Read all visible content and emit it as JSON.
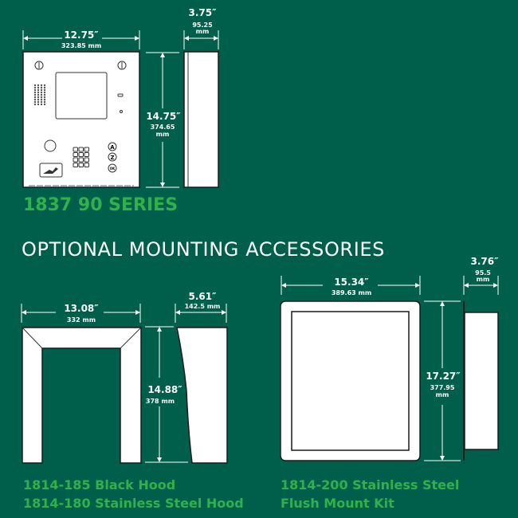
{
  "main_unit": {
    "width_in": "12.75″",
    "width_mm": "323.85 mm",
    "depth_in": "3.75″",
    "depth_mm": "95.25",
    "depth_unit": "mm",
    "height_in": "14.75″",
    "height_mm": "374.65",
    "height_unit": "mm",
    "title": "1837 90 SERIES",
    "keys": [
      "A",
      "Z",
      "OK"
    ]
  },
  "section_heading": "OPTIONAL MOUNTING ACCESSORIES",
  "hood": {
    "width_in": "13.08″",
    "width_mm": "332 mm",
    "depth_in": "5.61″",
    "depth_mm": "142.5 mm",
    "height_in": "14.88″",
    "height_mm": "378 mm",
    "label_1": "1814-185 Black Hood",
    "label_2": "1814-180 Stainless Steel Hood"
  },
  "flush_kit": {
    "width_in": "15.34″",
    "width_mm": "389.63 mm",
    "depth_in": "3.76″",
    "depth_mm": "95.5",
    "depth_unit": "mm",
    "height_in": "17.27″",
    "height_mm": "377.95",
    "height_unit": "mm",
    "label_1": "1814-200 Stainless Steel",
    "label_2": "Flush Mount Kit"
  },
  "colors": {
    "background": "#005f4b",
    "label_green": "#2fb24c"
  }
}
